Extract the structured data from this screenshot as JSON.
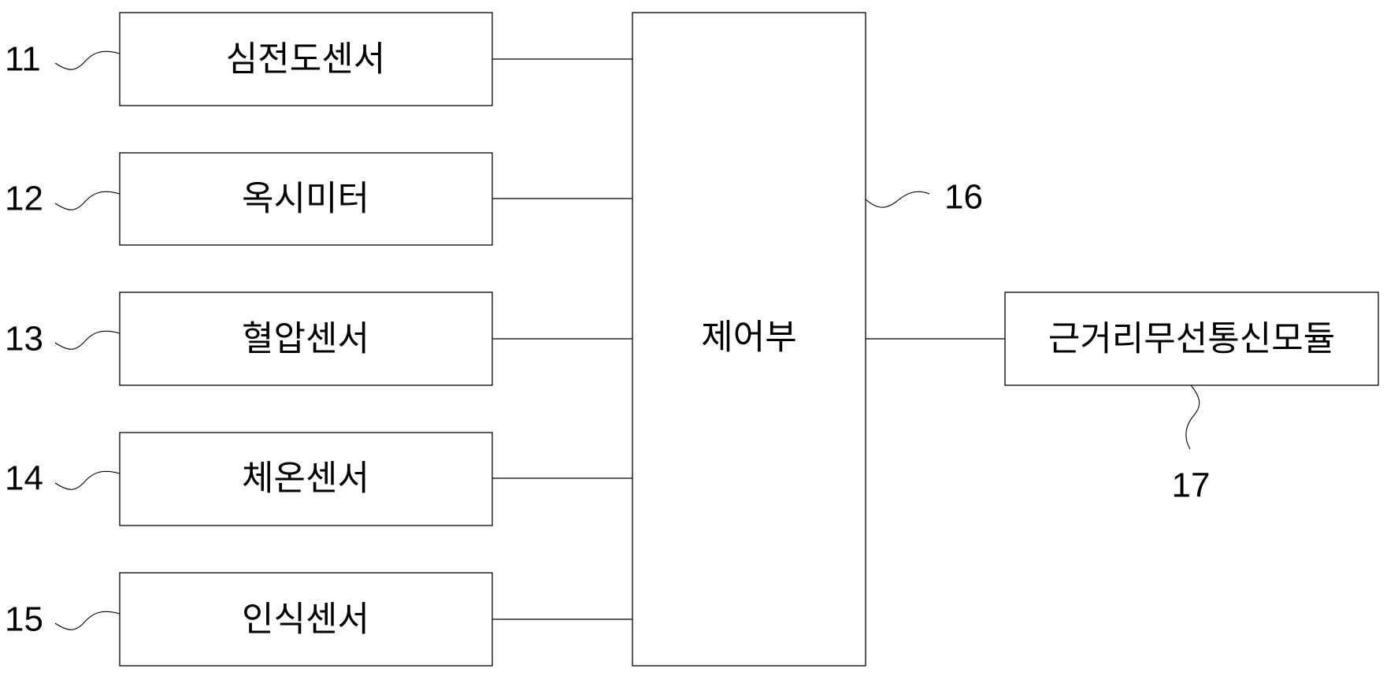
{
  "diagram": {
    "sensors": [
      {
        "ref": "11",
        "label": "심전도센서"
      },
      {
        "ref": "12",
        "label": "옥시미터"
      },
      {
        "ref": "13",
        "label": "혈압센서"
      },
      {
        "ref": "14",
        "label": "체온센서"
      },
      {
        "ref": "15",
        "label": "인식센서"
      }
    ],
    "controller": {
      "ref": "16",
      "label": "제어부"
    },
    "wireless_module": {
      "ref": "17",
      "label": "근거리무선통신모듈"
    }
  }
}
